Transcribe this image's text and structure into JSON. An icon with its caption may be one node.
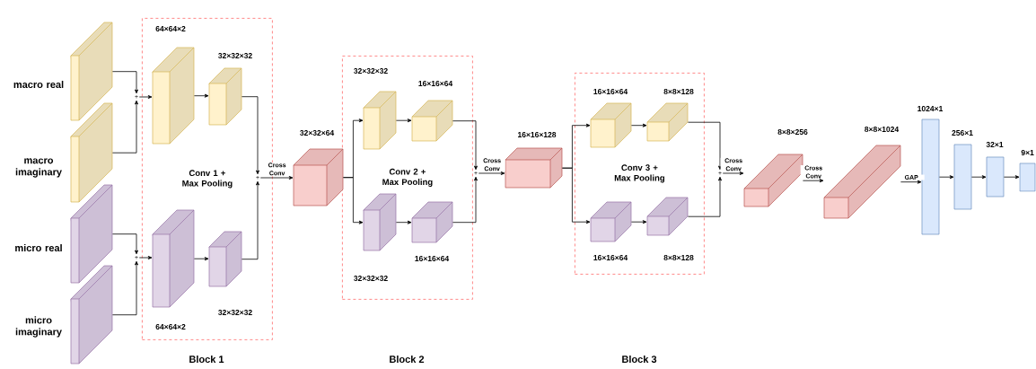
{
  "diagram": {
    "nodes": [
      {
        "text": [
          "Conv 1 + Max Pooling"
        ]
      },
      {
        "text": [
          "Conv 2 + Max Pooling"
        ]
      },
      {
        "text": [
          "Conv 3 + Max Pooling"
        ]
      },
      {
        "text": [],
        "shape": "box",
        "beside": [
          "macro real"
        ]
      },
      {
        "text": [],
        "shape": "box",
        "beside": [
          "macro imaginary"
        ]
      },
      {
        "text": [],
        "shape": "box",
        "beside": [
          "micro real"
        ]
      },
      {
        "text": [],
        "shape": "box",
        "beside": [
          "micro imaginary"
        ]
      },
      {
        "text": [
          "+"
        ]
      },
      {
        "text": [
          "+"
        ]
      },
      {
        "text": [],
        "shape": "box",
        "beside": [
          "64×64×2"
        ],
        "in": 0
      },
      {
        "text": [],
        "shape": "box",
        "beside": [
          "32×32×32"
        ],
        "in": 0
      },
      {
        "text": [],
        "shape": "box",
        "beside": [
          "64×64×2"
        ],
        "in": 0
      },
      {
        "text": [],
        "shape": "box",
        "beside": [
          "32×32×32"
        ],
        "in": 0
      },
      {
        "text": [
          "+"
        ],
        "in": 0
      },
      {
        "text": [],
        "shape": "box",
        "beside": [
          "32×32×64"
        ]
      },
      {
        "text": [],
        "shape": "box",
        "beside": [
          "32×32×32"
        ],
        "in": 1
      },
      {
        "text": [],
        "shape": "box",
        "beside": [
          "16×16×64"
        ],
        "in": 1
      },
      {
        "text": [],
        "shape": "box",
        "beside": [
          "32×32×32"
        ],
        "in": 1
      },
      {
        "text": [],
        "shape": "box",
        "beside": [
          "16×16×64"
        ],
        "in": 1
      },
      {
        "text": [
          "+"
        ]
      },
      {
        "text": [],
        "shape": "box",
        "beside": [
          "16×16×128"
        ]
      },
      {
        "text": [],
        "shape": "box",
        "beside": [
          "16×16×64"
        ],
        "in": 2
      },
      {
        "text": [],
        "shape": "box",
        "beside": [
          "8×8×128"
        ],
        "in": 2
      },
      {
        "text": [],
        "shape": "box",
        "beside": [
          "16×16×64"
        ],
        "in": 2
      },
      {
        "text": [],
        "shape": "box",
        "beside": [
          "8×8×128"
        ],
        "in": 2
      },
      {
        "text": [
          "+"
        ]
      },
      {
        "text": [],
        "shape": "box",
        "beside": [
          "8×8×256"
        ]
      },
      {
        "text": [],
        "shape": "box",
        "beside": [
          "8×8×1024"
        ]
      },
      {
        "text": [],
        "shape": "box",
        "beside": [
          "1024×1"
        ]
      },
      {
        "text": [],
        "shape": "box",
        "beside": [
          "256×1"
        ]
      },
      {
        "text": [],
        "shape": "box",
        "beside": [
          "32×1"
        ]
      },
      {
        "text": [],
        "shape": "box",
        "beside": [
          "9×1"
        ]
      }
    ],
    "edges": [
      {
        "from": 3,
        "to": 7,
        "arrow": "to"
      },
      {
        "from": 4,
        "to": 7,
        "arrow": "to"
      },
      {
        "from": 7,
        "to": 9,
        "arrow": "to"
      },
      {
        "from": 5,
        "to": 8,
        "arrow": "to"
      },
      {
        "from": 6,
        "to": 8,
        "arrow": "to"
      },
      {
        "from": 8,
        "to": 11,
        "arrow": "to"
      },
      {
        "from": 9,
        "to": 10,
        "arrow": "to"
      },
      {
        "from": 11,
        "to": 12,
        "arrow": "to"
      },
      {
        "from": 10,
        "to": 13,
        "arrow": "to"
      },
      {
        "from": 12,
        "to": 13,
        "arrow": "to"
      },
      {
        "from": 13,
        "to": 14,
        "arrow": "to",
        "label": "Cross Conv"
      },
      {
        "from": 14,
        "to": 15,
        "arrow": "to"
      },
      {
        "from": 14,
        "to": 17,
        "arrow": "to"
      },
      {
        "from": 15,
        "to": 16,
        "arrow": "to"
      },
      {
        "from": 17,
        "to": 18,
        "arrow": "to"
      },
      {
        "from": 16,
        "to": 19,
        "arrow": "to"
      },
      {
        "from": 18,
        "to": 19,
        "arrow": "to"
      },
      {
        "from": 19,
        "to": 20,
        "arrow": "to",
        "label": "Cross Conv"
      },
      {
        "from": 20,
        "to": 21,
        "arrow": "to"
      },
      {
        "from": 20,
        "to": 23,
        "arrow": "to"
      },
      {
        "from": 21,
        "to": 22,
        "arrow": "to"
      },
      {
        "from": 23,
        "to": 24,
        "arrow": "to"
      },
      {
        "from": 22,
        "to": 25,
        "arrow": "to"
      },
      {
        "from": 24,
        "to": 25,
        "arrow": "to"
      },
      {
        "from": 25,
        "to": 26,
        "arrow": "to",
        "label": "Cross Conv"
      },
      {
        "from": 26,
        "to": 27,
        "arrow": "to",
        "label": "Cross Conv"
      },
      {
        "from": 27,
        "to": 28,
        "arrow": "to",
        "label": "GAP"
      },
      {
        "from": 28,
        "to": 29,
        "arrow": "to"
      },
      {
        "from": 29,
        "to": 30,
        "arrow": "to"
      },
      {
        "from": 30,
        "to": 31,
        "arrow": "to"
      }
    ],
    "labels": [
      "Block 1",
      "Block 2",
      "Block 3"
    ]
  }
}
